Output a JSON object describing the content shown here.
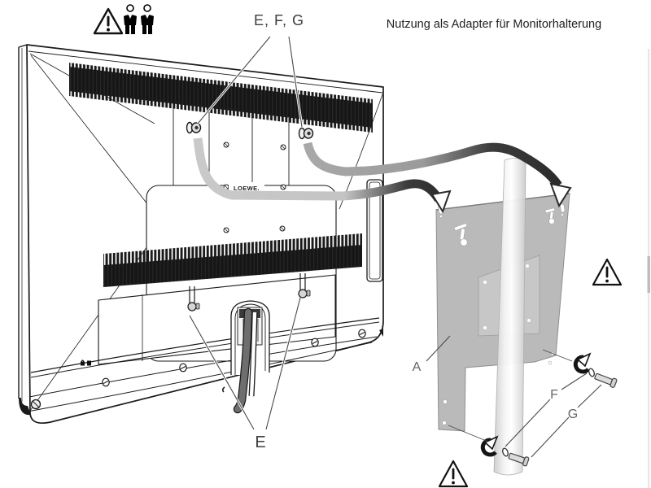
{
  "header": {
    "title": "Nutzung als Adapter für Monitorhalterung"
  },
  "tv": {
    "brand": "LOEWE."
  },
  "callouts": {
    "top_fastener_group": "E, F, G",
    "bottom_fastener": "E",
    "adapter_plate": "A",
    "washer": "F",
    "screw": "G"
  },
  "icons": {
    "top_left_warning": "warning-triangle",
    "two_person_lift": "two-person-figures",
    "right_warning": "warning-triangle",
    "bottom_warning": "warning-triangle",
    "warning_glyph": "!"
  },
  "colors": {
    "line": "#1a1a1a",
    "cable_light": "#c8c8c8",
    "cable_medium": "#9e9e9e",
    "arrow_dark": "#2e2e2e",
    "plate_gray": "#b3b3b3",
    "pole_gray": "#e8e8e8",
    "background": "#ffffff"
  }
}
